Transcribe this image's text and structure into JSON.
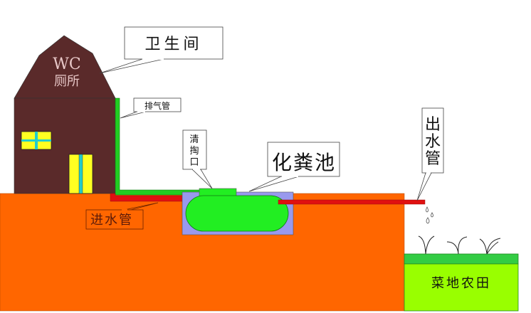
{
  "house": {
    "sign_en": "WC",
    "sign_cn": "厕所"
  },
  "labels": {
    "toilet": "卫生间",
    "vent_pipe": "排气管",
    "cleanout": [
      "清",
      "掏",
      "口"
    ],
    "septic_tank": "化粪池",
    "outlet_pipe": [
      "出",
      "水",
      "管"
    ],
    "inlet_pipe": "进水管",
    "field": "菜地农田"
  },
  "colors": {
    "house": "#5a2a2a",
    "ground": "#ff6600",
    "pipe_red": "#e01010",
    "vent_green": "#22cc22",
    "tank_green": "#22ee22",
    "tank_pit": "#9999ee",
    "field_top": "#33cc44",
    "field": "#99ff00",
    "window": "#ffff22"
  }
}
